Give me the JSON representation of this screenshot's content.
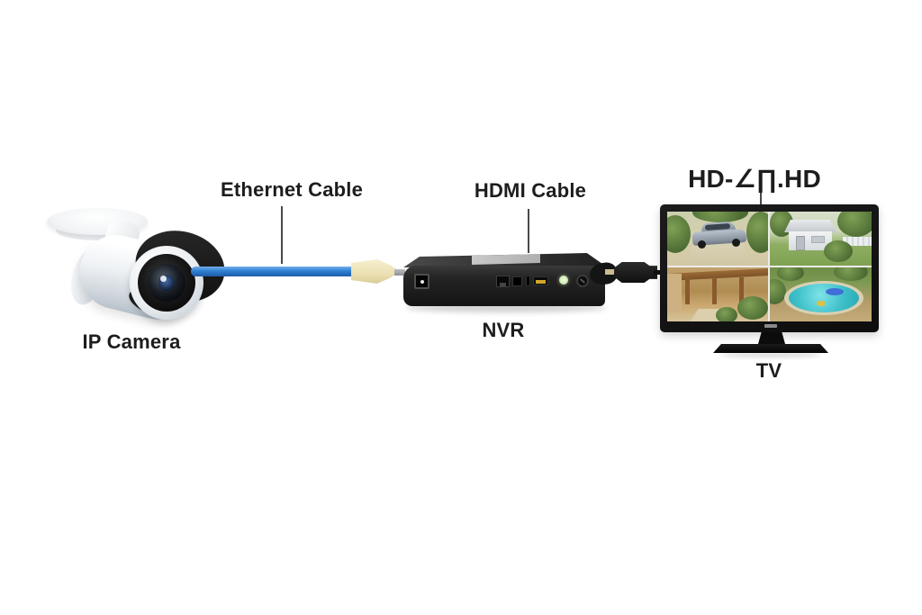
{
  "labels": {
    "ip_camera": "IP Camera",
    "ethernet_cable": "Ethernet Cable",
    "hdmi_cable": "HDMI Cable",
    "nvr": "NVR",
    "tv": "TV",
    "tv_title": "HD-∠∏.HD"
  },
  "colors": {
    "background": "#ffffff",
    "label_text": "#1d1d1f",
    "leader_line": "#4a4a4a",
    "ethernet_blue": "#2f7fd2",
    "connector_cream": "#ece1b4",
    "device_black": "#1e1e1e",
    "tv_bezel": "#0d0d0d",
    "pool_teal": "#3ec0ca",
    "foliage_green": "#55743a",
    "camera_white": "#f4f6f8"
  },
  "tv_feeds": {
    "top_left": "driveway-with-car",
    "top_right": "house-front-yard",
    "bottom_left": "courtyard-pergola",
    "bottom_right": "backyard-pool"
  }
}
